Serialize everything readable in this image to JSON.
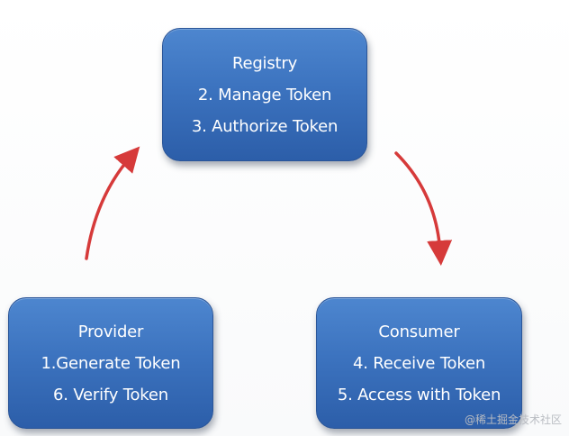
{
  "nodes": {
    "registry": {
      "title": "Registry",
      "step_a": "2. Manage Token",
      "step_b": "3. Authorize Token"
    },
    "provider": {
      "title": "Provider",
      "step_a": "1.Generate Token",
      "step_b": "6. Verify Token"
    },
    "consumer": {
      "title": "Consumer",
      "step_a": "4. Receive Token",
      "step_b": "5. Access with Token"
    }
  },
  "edges": [
    {
      "from": "Provider",
      "to": "Registry"
    },
    {
      "from": "Registry",
      "to": "Consumer"
    }
  ],
  "colors": {
    "node_fill": "#3c73bf",
    "node_text": "#ffffff",
    "arrow": "#d63a3a"
  },
  "watermark": "@稀土掘金技术社区"
}
